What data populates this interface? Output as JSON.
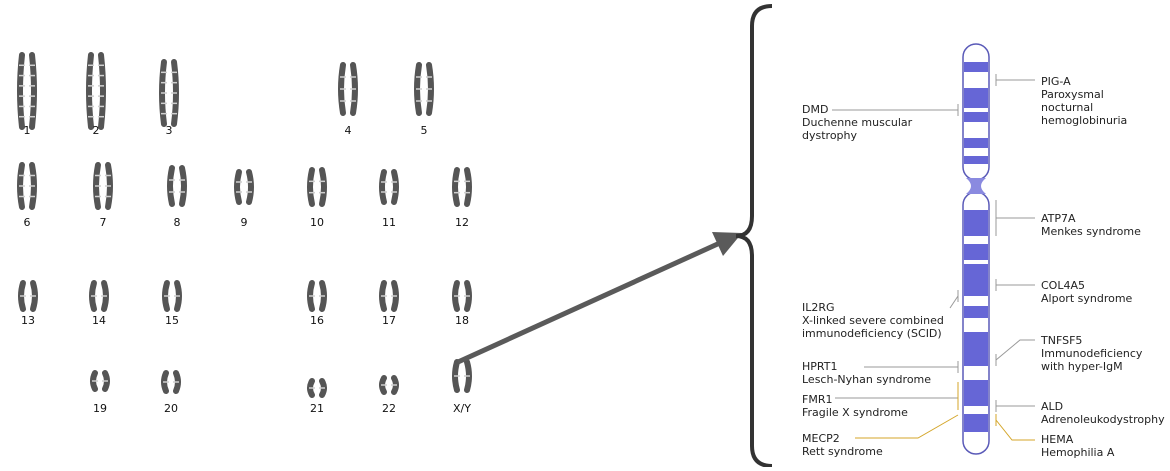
{
  "karyotype": {
    "labels": [
      "1",
      "2",
      "3",
      "4",
      "5",
      "6",
      "7",
      "8",
      "9",
      "10",
      "11",
      "12",
      "13",
      "14",
      "15",
      "16",
      "17",
      "18",
      "19",
      "20",
      "21",
      "22",
      "X/Y"
    ]
  },
  "colors": {
    "chromosome_band": "#6666d6",
    "chromosome_light": "#ffffff",
    "chromosome_outline": "#5a5ab8",
    "leader_line": "#999999",
    "highlight_line": "#d4a62a",
    "arrow": "#5a5a5a",
    "brace": "#333333",
    "karyotype_gray": "#555555"
  },
  "x_chromosome": {
    "genes_left": [
      {
        "symbol": "DMD",
        "disease": "Duchenne muscular dystrophy"
      },
      {
        "symbol": "IL2RG",
        "disease": "X-linked severe combined immunodeficiency (SCID)"
      },
      {
        "symbol": "HPRT1",
        "disease": "Lesch-Nyhan syndrome"
      },
      {
        "symbol": "FMR1",
        "disease": "Fragile X syndrome"
      },
      {
        "symbol": "MECP2",
        "disease": "Rett syndrome"
      }
    ],
    "genes_right": [
      {
        "symbol": "PIG-A",
        "disease": "Paroxysmal nocturnal hemoglobinuria"
      },
      {
        "symbol": "ATP7A",
        "disease": "Menkes syndrome"
      },
      {
        "symbol": "COL4A5",
        "disease": "Alport syndrome"
      },
      {
        "symbol": "TNFSF5",
        "disease": "Immunodeficiency with hyper-IgM"
      },
      {
        "symbol": "ALD",
        "disease": "Adrenoleukodystrophy"
      },
      {
        "symbol": "HEMA",
        "disease": "Hemophilia A"
      }
    ]
  }
}
